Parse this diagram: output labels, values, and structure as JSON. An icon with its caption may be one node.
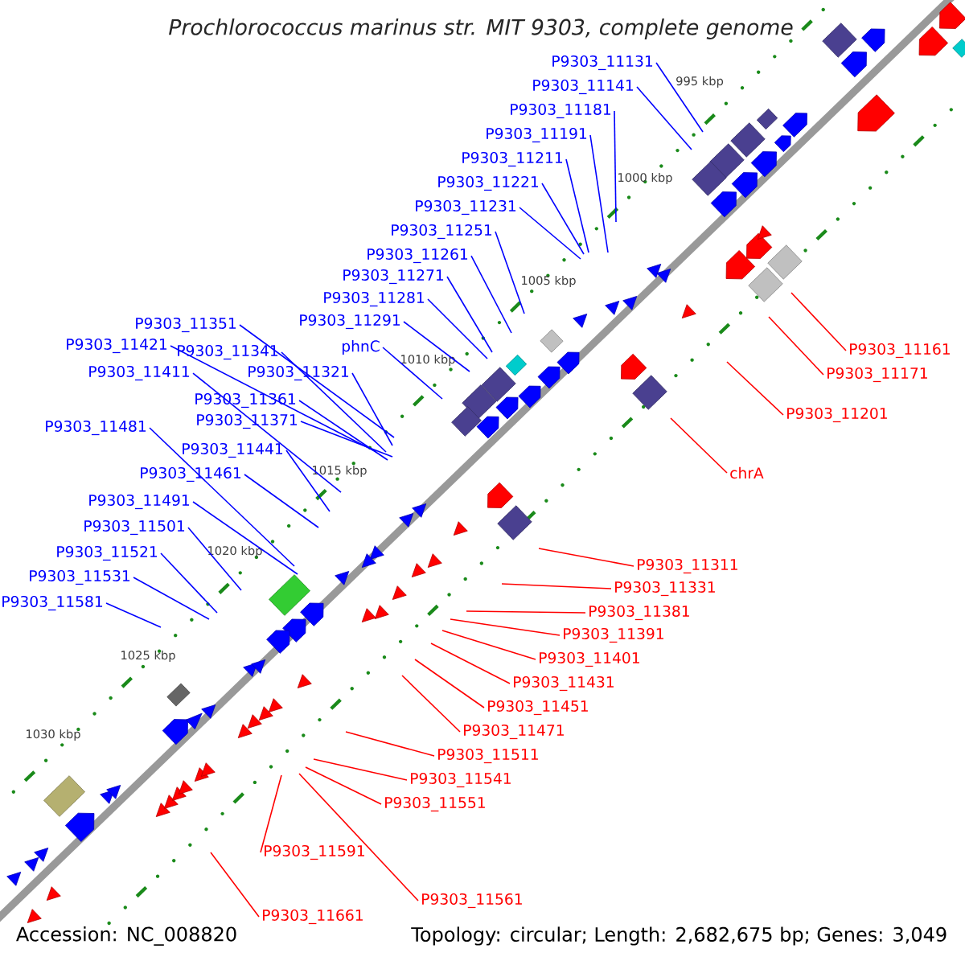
{
  "diagram": {
    "nodes": [
      {
        "text": [
          "P9303_11131"
        ]
      },
      {
        "text": [
          "P9303_11141"
        ]
      },
      {
        "text": [
          "P9303_11181"
        ]
      },
      {
        "text": [
          "P9303_11191"
        ]
      },
      {
        "text": [
          "P9303_11211"
        ]
      },
      {
        "text": [
          "P9303_11221"
        ]
      },
      {
        "text": [
          "P9303_11231"
        ]
      },
      {
        "text": [
          "P9303_11251"
        ]
      },
      {
        "text": [
          "P9303_11261"
        ]
      },
      {
        "text": [
          "P9303_11271"
        ]
      },
      {
        "text": [
          "P9303_11281"
        ]
      },
      {
        "text": [
          "P9303_11351"
        ]
      },
      {
        "text": [
          "P9303_11291"
        ]
      },
      {
        "text": [
          "P9303_11421"
        ]
      },
      {
        "text": [
          "P9303_11341"
        ]
      },
      {
        "text": [
          "phnC"
        ]
      },
      {
        "text": [
          "P9303_11411"
        ]
      },
      {
        "text": [
          "P9303_11321"
        ]
      },
      {
        "text": [
          "P9303_11361"
        ]
      },
      {
        "text": [
          "P9303_11371"
        ]
      },
      {
        "text": [
          "P9303_11481"
        ]
      },
      {
        "text": [
          "P9303_11441"
        ]
      },
      {
        "text": [
          "P9303_11461"
        ]
      },
      {
        "text": [
          "P9303_11491"
        ]
      },
      {
        "text": [
          "P9303_11501"
        ]
      },
      {
        "text": [
          "P9303_11521"
        ]
      },
      {
        "text": [
          "P9303_11531"
        ]
      },
      {
        "text": [
          "P9303_11581"
        ]
      },
      {
        "text": [
          "P9303_11161"
        ]
      },
      {
        "text": [
          "P9303_11171"
        ]
      },
      {
        "text": [
          "P9303_11201"
        ]
      },
      {
        "text": [
          "chrA"
        ]
      },
      {
        "text": [
          "P9303_11311"
        ]
      },
      {
        "text": [
          "P9303_11331"
        ]
      },
      {
        "text": [
          "P9303_11381"
        ]
      },
      {
        "text": [
          "P9303_11391"
        ]
      },
      {
        "text": [
          "P9303_11401"
        ]
      },
      {
        "text": [
          "P9303_11431"
        ]
      },
      {
        "text": [
          "P9303_11451"
        ]
      },
      {
        "text": [
          "P9303_11471"
        ]
      },
      {
        "text": [
          "P9303_11511"
        ]
      },
      {
        "text": [
          "P9303_11541"
        ]
      },
      {
        "text": [
          "P9303_11551"
        ]
      },
      {
        "text": [
          "P9303_11591"
        ]
      },
      {
        "text": [
          "P9303_11561"
        ]
      },
      {
        "text": [
          "P9303_11661"
        ]
      }
    ],
    "edges": [
      {
        "from": 0,
        "to": null,
        "arrow": "none"
      },
      {
        "from": 1,
        "to": null,
        "arrow": "none"
      },
      {
        "from": 2,
        "to": null,
        "arrow": "none"
      },
      {
        "from": 3,
        "to": null,
        "arrow": "none"
      },
      {
        "from": 4,
        "to": null,
        "arrow": "none"
      },
      {
        "from": 5,
        "to": null,
        "arrow": "none"
      },
      {
        "from": 6,
        "to": null,
        "arrow": "none"
      },
      {
        "from": 7,
        "to": null,
        "arrow": "none"
      },
      {
        "from": 8,
        "to": null,
        "arrow": "none"
      },
      {
        "from": 9,
        "to": null,
        "arrow": "none"
      },
      {
        "from": 10,
        "to": null,
        "arrow": "none"
      },
      {
        "from": 11,
        "to": null,
        "arrow": "none"
      },
      {
        "from": 12,
        "to": null,
        "arrow": "none"
      },
      {
        "from": 13,
        "to": null,
        "arrow": "none"
      },
      {
        "from": 14,
        "to": null,
        "arrow": "none"
      },
      {
        "from": 15,
        "to": null,
        "arrow": "none"
      },
      {
        "from": 16,
        "to": null,
        "arrow": "none"
      },
      {
        "from": 17,
        "to": null,
        "arrow": "none"
      },
      {
        "from": 18,
        "to": null,
        "arrow": "none"
      },
      {
        "from": 19,
        "to": null,
        "arrow": "none"
      },
      {
        "from": 20,
        "to": null,
        "arrow": "none"
      },
      {
        "from": 21,
        "to": null,
        "arrow": "none"
      },
      {
        "from": 22,
        "to": null,
        "arrow": "none"
      },
      {
        "from": 23,
        "to": null,
        "arrow": "none"
      },
      {
        "from": 24,
        "to": null,
        "arrow": "none"
      },
      {
        "from": 25,
        "to": null,
        "arrow": "none"
      },
      {
        "from": 26,
        "to": null,
        "arrow": "none"
      },
      {
        "from": 27,
        "to": null,
        "arrow": "none"
      },
      {
        "from": 28,
        "to": null,
        "arrow": "none",
        "color": "#ff0000"
      },
      {
        "from": 29,
        "to": null,
        "arrow": "none",
        "color": "#ff0000"
      },
      {
        "from": 30,
        "to": null,
        "arrow": "none",
        "color": "#ff0000"
      },
      {
        "from": 31,
        "to": null,
        "arrow": "none",
        "color": "#ff0000"
      },
      {
        "from": 32,
        "to": null,
        "arrow": "none",
        "color": "#ff0000"
      },
      {
        "from": 33,
        "to": null,
        "arrow": "none",
        "color": "#ff0000"
      },
      {
        "from": 34,
        "to": null,
        "arrow": "none",
        "color": "#ff0000"
      },
      {
        "from": 35,
        "to": null,
        "arrow": "none",
        "color": "#ff0000"
      },
      {
        "from": 36,
        "to": null,
        "arrow": "none",
        "color": "#ff0000"
      },
      {
        "from": 37,
        "to": null,
        "arrow": "none",
        "color": "#ff0000"
      },
      {
        "from": 38,
        "to": null,
        "arrow": "none",
        "color": "#ff0000"
      },
      {
        "from": 39,
        "to": null,
        "arrow": "none",
        "color": "#ff0000"
      },
      {
        "from": 40,
        "to": null,
        "arrow": "none",
        "color": "#ff0000"
      },
      {
        "from": 41,
        "to": null,
        "arrow": "none",
        "color": "#ff0000"
      },
      {
        "from": 42,
        "to": null,
        "arrow": "none",
        "color": "#ff0000"
      },
      {
        "from": 43,
        "to": null,
        "arrow": "none",
        "color": "#ff0000"
      },
      {
        "from": 44,
        "to": null,
        "arrow": "none",
        "color": "#ff0000"
      },
      {
        "from": 45,
        "to": null,
        "arrow": "none",
        "color": "#ff0000"
      }
    ],
    "labels": [
      "Prochlorococcus marinus str. MIT 9303, complete genome",
      "995 kbp",
      "1000 kbp",
      "1005 kbp",
      "1010 kbp",
      "1015 kbp",
      "1020 kbp",
      "1025 kbp",
      "1030 kbp",
      "Accession: NC_008820",
      "Topology: circular; Length: 2,682,675 bp; Genes: 3,049"
    ]
  }
}
